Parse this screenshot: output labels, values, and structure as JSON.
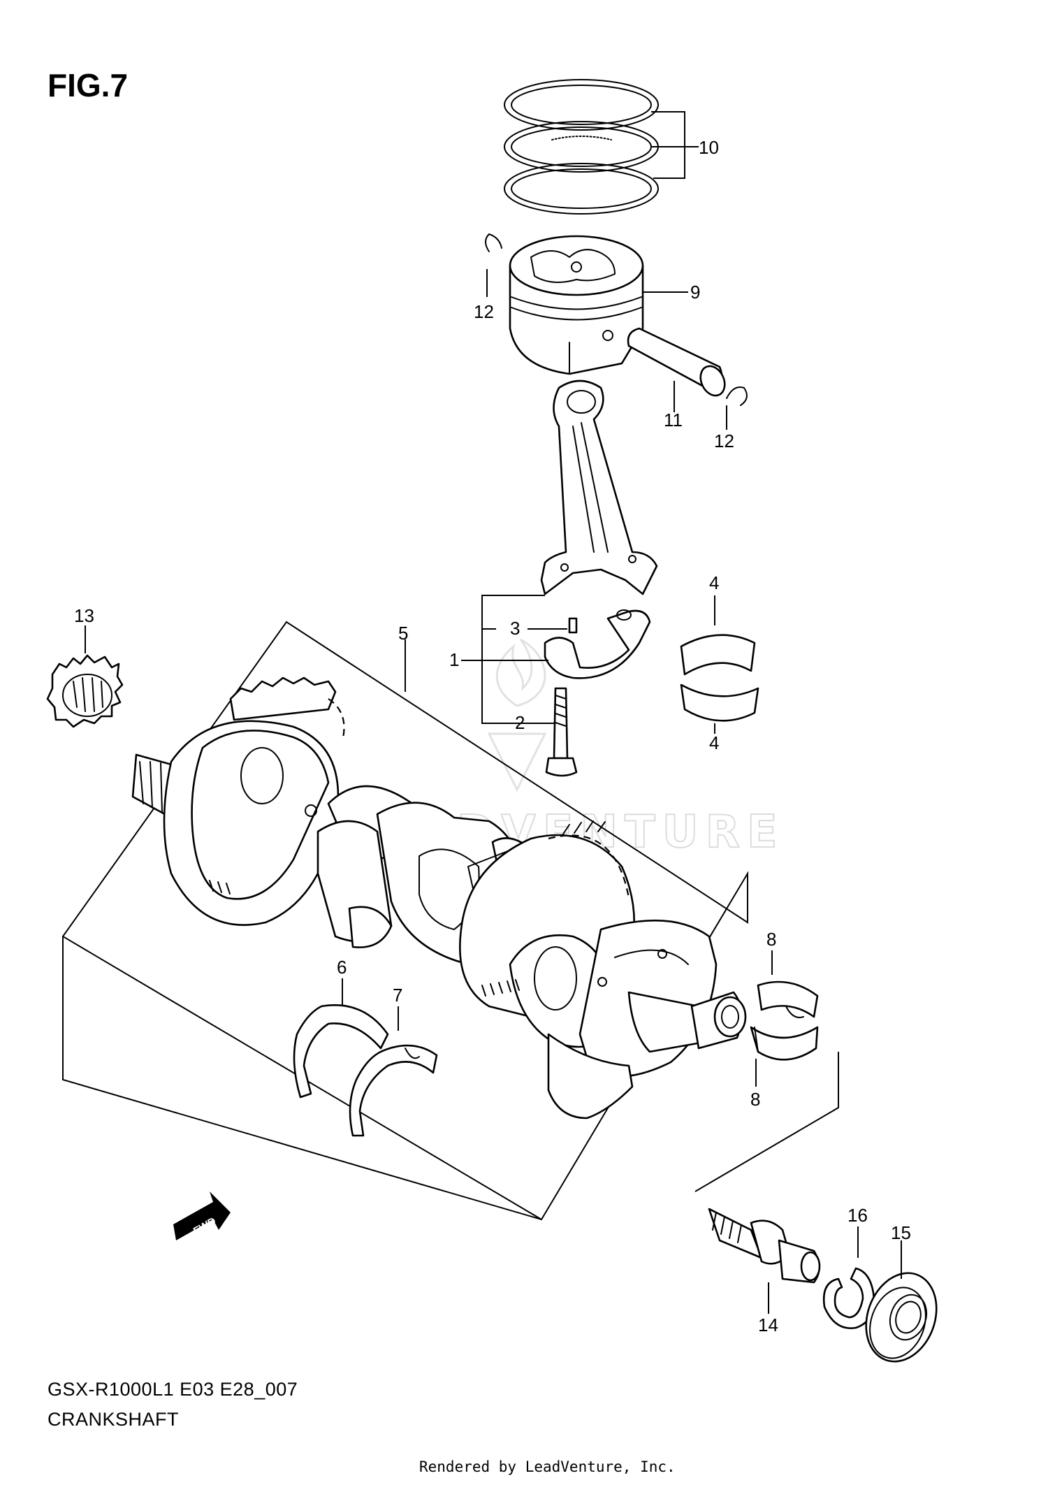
{
  "figure": {
    "title": "FIG.7",
    "model_code": "GSX-R1000L1 E03 E28_007",
    "assembly_name": "CRANKSHAFT",
    "watermark": "LEADVENTURE",
    "direction_label": "FWD",
    "footer": "Rendered by LeadVenture, Inc."
  },
  "callouts": {
    "c1": "1",
    "c2": "2",
    "c3": "3",
    "c4_top": "4",
    "c4_bottom": "4",
    "c5": "5",
    "c6": "6",
    "c7": "7",
    "c8_top": "8",
    "c8_bottom": "8",
    "c9": "9",
    "c10": "10",
    "c11": "11",
    "c12_left": "12",
    "c12_right": "12",
    "c13": "13",
    "c14": "14",
    "c15": "15",
    "c16": "16"
  }
}
